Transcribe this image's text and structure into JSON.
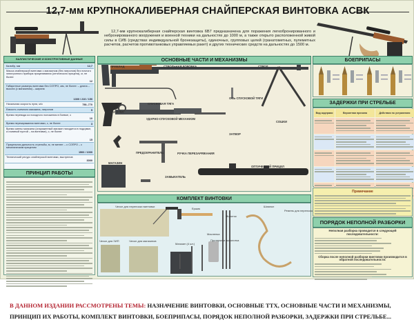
{
  "title": "12,7-мм КРУПНОКАЛИБЕРНАЯ СНАЙПЕРСКАЯ ВИНТОВКА АСВК",
  "intro": "12,7-мм крупнокалиберная снайперская винтовка 6В7 предназначена для поражения легкобронированного и небронированного вооружения и военной техники на дальностях до 1000 м, а также открыто расположенной живой силы в СИБ (средствах индивидуальной бронезащиты), одиночных, групповых целей (гранатометных, пулеметных расчетов, расчетов противотанковых управляемых ракет) и других технических средств на дальностях до 1500 м.",
  "specs": {
    "header": "БАЛЛИСТИЧЕСКИЕ И КОНСТРУКТИВНЫЕ ДАННЫЕ",
    "rows": [
      {
        "label": "Калибр, мм",
        "value": "12,7"
      },
      {
        "label": "Масса снайперской винтовки с магазином (без патронов) без ночного электронного прибора прицеливания (оптического прицела), кг, не более",
        "value": "12"
      },
      {
        "label": "Габаритные размеры винтовки без СОПРО, мм, не более: – длина – высота (с магазином) – ширина",
        "value": "1300 / 210 / 150"
      },
      {
        "label": "Начальная скорость пули, м/с",
        "value": "750–770"
      },
      {
        "label": "Емкость съемного магазина, патронов",
        "value": "5"
      },
      {
        "label": "Время перевода из походного положения в боевое, с",
        "value": "10"
      },
      {
        "label": "Время перезаряжания винтовки, с, не более",
        "value": "3"
      },
      {
        "label": "Время смены магазина (снаряженный магазин находится в подсумке, а съемный пустой – на винтовке), с, не более",
        "value": "15"
      },
      {
        "label": "Прицельная дальность стрельбы, м, не менее: – с СОПРО – с механическим прицелом",
        "value": "1500 / 1000"
      },
      {
        "label": "Технический ресурс снайперской винтовки, выстрелов",
        "value": "3000"
      }
    ]
  },
  "principle": {
    "header": "ПРИНЦИП РАБОТЫ"
  },
  "parts": {
    "header": "ОСНОВНЫЕ ЧАСТИ И МЕХАНИЗМЫ",
    "labels": [
      "ПРИКЛАД",
      "СТВОЛЬНАЯ КОРОБКА",
      "СТВОЛ",
      "СПУСКОВАЯ ТЯГА",
      "ОСЬ СПУСКОВОЙ ТЯГИ",
      "РУКОЯТКА",
      "УДАРНО-СПУСКОВОЙ МЕХАНИЗМ",
      "ЗАТВОР",
      "СОШКИ",
      "ПРЕДОХРАНИТЕЛЬ",
      "РУЧКА ПЕРЕЗАРЯЖАНИЯ",
      "МАГАЗИН",
      "ЗАМЫКАТЕЛЬ",
      "ОПТИЧЕСКИЙ ПРИЦЕЛ"
    ]
  },
  "kit": {
    "header": "КОМПЛЕКТ ВИНТОВКИ",
    "labels": [
      "Чехол для переноски винтовки",
      "Ершик",
      "Молоток",
      "Шомпол",
      "Ремень для переноски",
      "Масленка",
      "Чехол для ЗИП",
      "Чехол для магазинов",
      "Магазин (4 шт.)",
      "Протирка и выколотка"
    ]
  },
  "ammo": {
    "header": "БОЕПРИПАСЫ"
  },
  "delays": {
    "header": "ЗАДЕРЖКИ ПРИ СТРЕЛЬБЕ",
    "columns": [
      "Вид задержки",
      "Вероятная причина",
      "Действия по устранению"
    ]
  },
  "note": {
    "title": "Примечание"
  },
  "disassembly": {
    "header": "ПОРЯДОК НЕПОЛНОЙ РАЗБОРКИ",
    "intro": "Неполная разборка проводится в следующей последовательности:",
    "assembly": "Сборка после неполной разборки винтовки производится в обратной последовательности:"
  },
  "caption": {
    "lead": "В ДАННОМ ИЗДАНИИ РАССМОТРЕНЫ ТЕМЫ:",
    "text": " НАЗНАЧЕНИЕ ВИНТОВКИ, ОСНОВНЫЕ ТТХ, ОСНОВНЫЕ ЧАСТИ И МЕХАНИЗМЫ, ПРИНЦИП ИХ РАБОТЫ, КОМПЛЕКТ ВИНТОВКИ, БОЕПРИПАСЫ, ПОРЯДОК НЕПОЛНОЙ РАЗБОРКИ, ЗАДЕРЖКИ ПРИ СТРЕЛЬБЕ..."
  },
  "colors": {
    "header_green": "#8ed0ac",
    "caption_red": "#b3222f"
  }
}
